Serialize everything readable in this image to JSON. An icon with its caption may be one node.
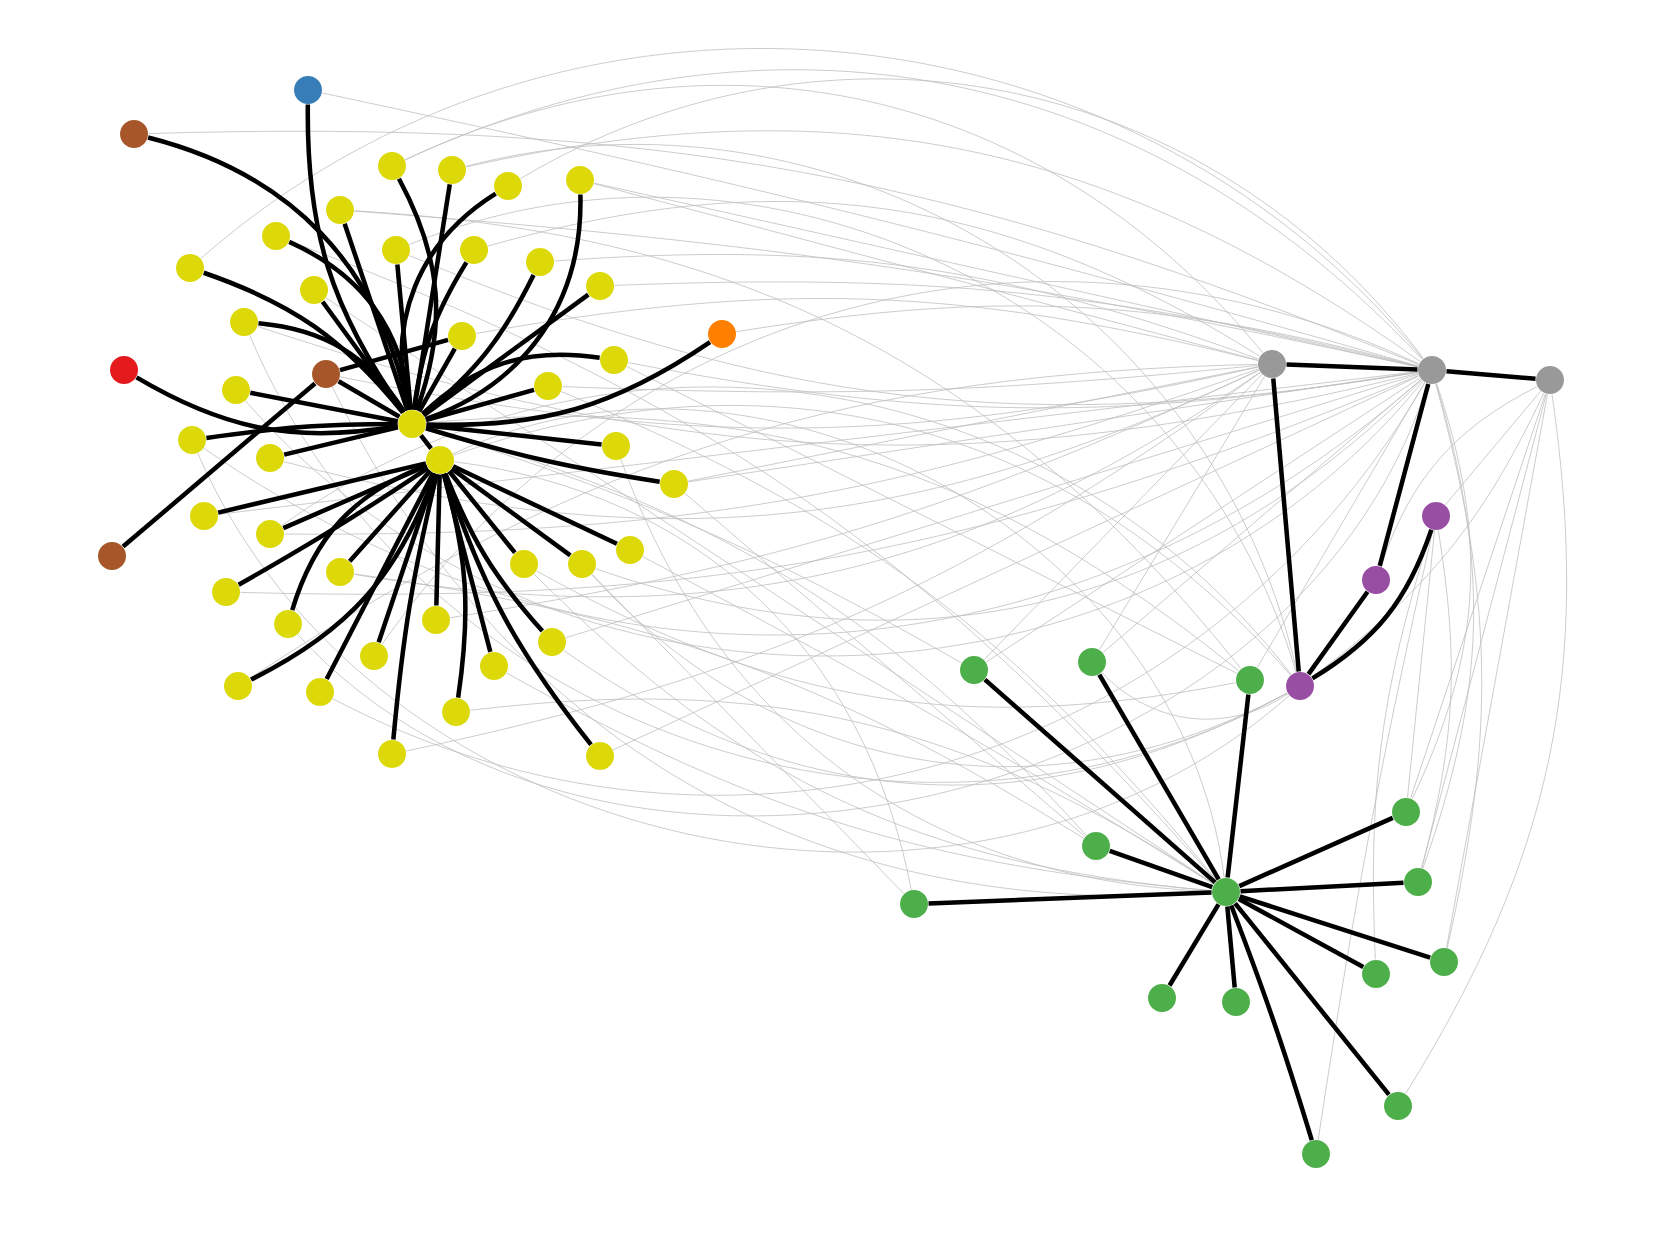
{
  "diagram": {
    "nodes": [
      {
        "text": [],
        "shape": "circle"
      },
      {
        "text": [],
        "shape": "circle"
      },
      {
        "text": [],
        "shape": "circle"
      },
      {
        "text": [],
        "shape": "circle"
      },
      {
        "text": [],
        "shape": "circle"
      },
      {
        "text": [],
        "shape": "circle"
      },
      {
        "text": [],
        "shape": "circle"
      },
      {
        "text": [],
        "shape": "circle"
      },
      {
        "text": [],
        "shape": "circle"
      },
      {
        "text": [],
        "shape": "circle"
      },
      {
        "text": [],
        "shape": "circle"
      },
      {
        "text": [],
        "shape": "circle"
      },
      {
        "text": [],
        "shape": "circle"
      },
      {
        "text": [],
        "shape": "circle"
      },
      {
        "text": [],
        "shape": "circle"
      },
      {
        "text": [],
        "shape": "circle"
      },
      {
        "text": [],
        "shape": "circle"
      },
      {
        "text": [],
        "shape": "circle"
      },
      {
        "text": [],
        "shape": "circle"
      },
      {
        "text": [],
        "shape": "circle"
      },
      {
        "text": [],
        "shape": "circle"
      },
      {
        "text": [],
        "shape": "circle"
      },
      {
        "text": [],
        "shape": "circle"
      },
      {
        "text": [],
        "shape": "circle"
      },
      {
        "text": [],
        "shape": "circle"
      },
      {
        "text": [],
        "shape": "circle"
      },
      {
        "text": [],
        "shape": "circle"
      },
      {
        "text": [],
        "shape": "circle"
      },
      {
        "text": [],
        "shape": "circle"
      },
      {
        "text": [],
        "shape": "circle"
      },
      {
        "text": [],
        "shape": "circle"
      },
      {
        "text": [],
        "shape": "circle"
      },
      {
        "text": [],
        "shape": "circle"
      },
      {
        "text": [],
        "shape": "circle"
      },
      {
        "text": [],
        "shape": "circle"
      },
      {
        "text": [],
        "shape": "circle"
      },
      {
        "text": [],
        "shape": "circle"
      },
      {
        "text": [],
        "shape": "circle"
      },
      {
        "text": [],
        "shape": "circle"
      },
      {
        "text": [],
        "shape": "circle"
      },
      {
        "text": [],
        "shape": "circle"
      },
      {
        "text": [],
        "shape": "circle"
      },
      {
        "text": [],
        "shape": "circle"
      },
      {
        "text": [],
        "shape": "circle"
      },
      {
        "text": [],
        "shape": "circle"
      },
      {
        "text": [],
        "shape": "circle"
      },
      {
        "text": [],
        "shape": "circle"
      },
      {
        "text": [],
        "shape": "circle"
      },
      {
        "text": [],
        "shape": "circle"
      },
      {
        "text": [],
        "shape": "circle"
      },
      {
        "text": [],
        "shape": "circle"
      },
      {
        "text": [],
        "shape": "circle"
      },
      {
        "text": [],
        "shape": "circle"
      },
      {
        "text": [],
        "shape": "circle"
      },
      {
        "text": [],
        "shape": "circle"
      },
      {
        "text": [],
        "shape": "circle"
      },
      {
        "text": [],
        "shape": "circle"
      },
      {
        "text": [],
        "shape": "circle"
      },
      {
        "text": [],
        "shape": "circle"
      },
      {
        "text": [],
        "shape": "circle"
      },
      {
        "text": [],
        "shape": "circle"
      },
      {
        "text": [],
        "shape": "circle"
      },
      {
        "text": [],
        "shape": "circle"
      },
      {
        "text": [],
        "shape": "circle"
      },
      {
        "text": [],
        "shape": "circle"
      },
      {
        "text": [],
        "shape": "circle"
      }
    ],
    "edges": [
      {
        "from": 0,
        "to": 1,
        "arrow": "none",
        "style": "thick",
        "color": "#000000"
      },
      {
        "from": 0,
        "to": 2,
        "arrow": "none",
        "style": "thick",
        "color": "#000000"
      },
      {
        "from": 0,
        "to": 3,
        "arrow": "none",
        "style": "thick",
        "color": "#000000"
      },
      {
        "from": 0,
        "to": 4,
        "arrow": "none",
        "style": "thick",
        "color": "#000000"
      },
      {
        "from": 0,
        "to": 5,
        "arrow": "none",
        "style": "thick",
        "color": "#000000"
      },
      {
        "from": 0,
        "to": 7,
        "arrow": "none",
        "style": "thick",
        "color": "#000000"
      },
      {
        "from": 0,
        "to": 8,
        "arrow": "none",
        "style": "thick",
        "color": "#000000"
      },
      {
        "from": 0,
        "to": 9,
        "arrow": "none",
        "style": "thick",
        "color": "#000000"
      },
      {
        "from": 0,
        "to": 10,
        "arrow": "none",
        "style": "thick",
        "color": "#000000"
      },
      {
        "from": 0,
        "to": 11,
        "arrow": "none",
        "style": "thick",
        "color": "#000000"
      },
      {
        "from": 0,
        "to": 12,
        "arrow": "none",
        "style": "thick",
        "color": "#000000"
      },
      {
        "from": 0,
        "to": 13,
        "arrow": "none",
        "style": "thick",
        "color": "#000000"
      },
      {
        "from": 0,
        "to": 14,
        "arrow": "none",
        "style": "thick",
        "color": "#000000"
      },
      {
        "from": 0,
        "to": 15,
        "arrow": "none",
        "style": "thick",
        "color": "#000000"
      },
      {
        "from": 0,
        "to": 16,
        "arrow": "none",
        "style": "thick",
        "color": "#000000"
      },
      {
        "from": 0,
        "to": 17,
        "arrow": "none",
        "style": "thick",
        "color": "#000000"
      },
      {
        "from": 0,
        "to": 18,
        "arrow": "none",
        "style": "thick",
        "color": "#000000"
      },
      {
        "from": 0,
        "to": 19,
        "arrow": "none",
        "style": "thick",
        "color": "#000000"
      },
      {
        "from": 0,
        "to": 20,
        "arrow": "none",
        "style": "thick",
        "color": "#000000"
      },
      {
        "from": 0,
        "to": 21,
        "arrow": "none",
        "style": "thick",
        "color": "#000000"
      },
      {
        "from": 0,
        "to": 22,
        "arrow": "none",
        "style": "thick",
        "color": "#000000"
      },
      {
        "from": 0,
        "to": 23,
        "arrow": "none",
        "style": "thick",
        "color": "#000000"
      },
      {
        "from": 0,
        "to": 24,
        "arrow": "none",
        "style": "thick",
        "color": "#000000"
      },
      {
        "from": 0,
        "to": 25,
        "arrow": "none",
        "style": "thick",
        "color": "#000000"
      },
      {
        "from": 0,
        "to": 26,
        "arrow": "none",
        "style": "thick",
        "color": "#000000"
      },
      {
        "from": 0,
        "to": 27,
        "arrow": "none",
        "style": "thick",
        "color": "#000000"
      },
      {
        "from": 0,
        "to": 28,
        "arrow": "none",
        "style": "thick",
        "color": "#000000"
      },
      {
        "from": 1,
        "to": 29,
        "arrow": "none",
        "style": "thick",
        "color": "#000000"
      },
      {
        "from": 1,
        "to": 30,
        "arrow": "none",
        "style": "thick",
        "color": "#000000"
      },
      {
        "from": 1,
        "to": 31,
        "arrow": "none",
        "style": "thick",
        "color": "#000000"
      },
      {
        "from": 1,
        "to": 32,
        "arrow": "none",
        "style": "thick",
        "color": "#000000"
      },
      {
        "from": 1,
        "to": 33,
        "arrow": "none",
        "style": "thick",
        "color": "#000000"
      },
      {
        "from": 1,
        "to": 34,
        "arrow": "none",
        "style": "thick",
        "color": "#000000"
      },
      {
        "from": 1,
        "to": 35,
        "arrow": "none",
        "style": "thick",
        "color": "#000000"
      },
      {
        "from": 1,
        "to": 36,
        "arrow": "none",
        "style": "thick",
        "color": "#000000"
      },
      {
        "from": 1,
        "to": 37,
        "arrow": "none",
        "style": "thick",
        "color": "#000000"
      },
      {
        "from": 1,
        "to": 38,
        "arrow": "none",
        "style": "thick",
        "color": "#000000"
      },
      {
        "from": 1,
        "to": 39,
        "arrow": "none",
        "style": "thick",
        "color": "#000000"
      },
      {
        "from": 1,
        "to": 40,
        "arrow": "none",
        "style": "thick",
        "color": "#000000"
      },
      {
        "from": 1,
        "to": 41,
        "arrow": "none",
        "style": "thick",
        "color": "#000000"
      },
      {
        "from": 1,
        "to": 42,
        "arrow": "none",
        "style": "thick",
        "color": "#000000"
      },
      {
        "from": 1,
        "to": 43,
        "arrow": "none",
        "style": "thick",
        "color": "#000000"
      },
      {
        "from": 1,
        "to": 44,
        "arrow": "none",
        "style": "thick",
        "color": "#000000"
      },
      {
        "from": 1,
        "to": 45,
        "arrow": "none",
        "style": "thick",
        "color": "#000000"
      },
      {
        "from": 4,
        "to": 6,
        "arrow": "none",
        "style": "thick",
        "color": "#000000"
      },
      {
        "from": 4,
        "to": 21,
        "arrow": "none",
        "style": "thick",
        "color": "#000000"
      },
      {
        "from": 46,
        "to": 47,
        "arrow": "none",
        "style": "thick",
        "color": "#000000"
      },
      {
        "from": 47,
        "to": 48,
        "arrow": "none",
        "style": "thick",
        "color": "#000000"
      },
      {
        "from": 47,
        "to": 50,
        "arrow": "none",
        "style": "thick",
        "color": "#000000"
      },
      {
        "from": 50,
        "to": 51,
        "arrow": "none",
        "style": "thick",
        "color": "#000000"
      },
      {
        "from": 49,
        "to": 51,
        "arrow": "none",
        "style": "thick",
        "color": "#000000"
      },
      {
        "from": 46,
        "to": 51,
        "arrow": "none",
        "style": "thick",
        "color": "#000000"
      },
      {
        "from": 56,
        "to": 52,
        "arrow": "none",
        "style": "thick",
        "color": "#000000"
      },
      {
        "from": 56,
        "to": 53,
        "arrow": "none",
        "style": "thick",
        "color": "#000000"
      },
      {
        "from": 56,
        "to": 54,
        "arrow": "none",
        "style": "thick",
        "color": "#000000"
      },
      {
        "from": 56,
        "to": 55,
        "arrow": "none",
        "style": "thick",
        "color": "#000000"
      },
      {
        "from": 56,
        "to": 57,
        "arrow": "none",
        "style": "thick",
        "color": "#000000"
      },
      {
        "from": 56,
        "to": 58,
        "arrow": "none",
        "style": "thick",
        "color": "#000000"
      },
      {
        "from": 56,
        "to": 59,
        "arrow": "none",
        "style": "thick",
        "color": "#000000"
      },
      {
        "from": 56,
        "to": 60,
        "arrow": "none",
        "style": "thick",
        "color": "#000000"
      },
      {
        "from": 56,
        "to": 61,
        "arrow": "none",
        "style": "thick",
        "color": "#000000"
      },
      {
        "from": 56,
        "to": 62,
        "arrow": "none",
        "style": "thick",
        "color": "#000000"
      },
      {
        "from": 56,
        "to": 63,
        "arrow": "none",
        "style": "thick",
        "color": "#000000"
      },
      {
        "from": 56,
        "to": 64,
        "arrow": "none",
        "style": "thick",
        "color": "#000000"
      },
      {
        "from": 56,
        "to": 65,
        "arrow": "none",
        "style": "thick",
        "color": "#000000"
      },
      {
        "from": 47,
        "to": 2,
        "arrow": "none"
      },
      {
        "from": 47,
        "to": 3,
        "arrow": "none"
      },
      {
        "from": 47,
        "to": 7,
        "arrow": "none"
      },
      {
        "from": 47,
        "to": 8,
        "arrow": "none"
      },
      {
        "from": 47,
        "to": 9,
        "arrow": "none"
      },
      {
        "from": 47,
        "to": 10,
        "arrow": "none"
      },
      {
        "from": 47,
        "to": 11,
        "arrow": "none"
      },
      {
        "from": 47,
        "to": 12,
        "arrow": "none"
      },
      {
        "from": 47,
        "to": 14,
        "arrow": "none"
      },
      {
        "from": 47,
        "to": 17,
        "arrow": "none"
      },
      {
        "from": 47,
        "to": 19,
        "arrow": "none"
      },
      {
        "from": 47,
        "to": 20,
        "arrow": "none"
      },
      {
        "from": 47,
        "to": 22,
        "arrow": "none"
      },
      {
        "from": 47,
        "to": 23,
        "arrow": "none"
      },
      {
        "from": 47,
        "to": 25,
        "arrow": "none"
      },
      {
        "from": 47,
        "to": 28,
        "arrow": "none"
      },
      {
        "from": 47,
        "to": 29,
        "arrow": "none"
      },
      {
        "from": 47,
        "to": 32,
        "arrow": "none"
      },
      {
        "from": 47,
        "to": 35,
        "arrow": "none"
      },
      {
        "from": 47,
        "to": 36,
        "arrow": "none"
      },
      {
        "from": 47,
        "to": 38,
        "arrow": "none"
      },
      {
        "from": 47,
        "to": 40,
        "arrow": "none"
      },
      {
        "from": 47,
        "to": 42,
        "arrow": "none"
      },
      {
        "from": 47,
        "to": 45,
        "arrow": "none"
      },
      {
        "from": 46,
        "to": 4,
        "arrow": "none"
      },
      {
        "from": 46,
        "to": 8,
        "arrow": "none"
      },
      {
        "from": 46,
        "to": 11,
        "arrow": "none"
      },
      {
        "from": 46,
        "to": 15,
        "arrow": "none"
      },
      {
        "from": 46,
        "to": 16,
        "arrow": "none"
      },
      {
        "from": 46,
        "to": 21,
        "arrow": "none"
      },
      {
        "from": 46,
        "to": 24,
        "arrow": "none"
      },
      {
        "from": 46,
        "to": 26,
        "arrow": "none"
      },
      {
        "from": 46,
        "to": 28,
        "arrow": "none"
      },
      {
        "from": 46,
        "to": 30,
        "arrow": "none"
      },
      {
        "from": 46,
        "to": 33,
        "arrow": "none"
      },
      {
        "from": 46,
        "to": 37,
        "arrow": "none"
      },
      {
        "from": 46,
        "to": 41,
        "arrow": "none"
      },
      {
        "from": 46,
        "to": 44,
        "arrow": "none"
      },
      {
        "from": 56,
        "to": 1,
        "arrow": "none"
      },
      {
        "from": 56,
        "to": 4,
        "arrow": "none"
      },
      {
        "from": 56,
        "to": 13,
        "arrow": "none"
      },
      {
        "from": 56,
        "to": 18,
        "arrow": "none"
      },
      {
        "from": 56,
        "to": 24,
        "arrow": "none"
      },
      {
        "from": 56,
        "to": 27,
        "arrow": "none"
      },
      {
        "from": 56,
        "to": 31,
        "arrow": "none"
      },
      {
        "from": 56,
        "to": 34,
        "arrow": "none"
      },
      {
        "from": 56,
        "to": 39,
        "arrow": "none"
      },
      {
        "from": 56,
        "to": 43,
        "arrow": "none"
      },
      {
        "from": 51,
        "to": 1,
        "arrow": "none"
      },
      {
        "from": 51,
        "to": 9,
        "arrow": "none"
      },
      {
        "from": 51,
        "to": 14,
        "arrow": "none"
      },
      {
        "from": 51,
        "to": 20,
        "arrow": "none"
      },
      {
        "from": 51,
        "to": 25,
        "arrow": "none"
      },
      {
        "from": 51,
        "to": 30,
        "arrow": "none"
      },
      {
        "from": 51,
        "to": 35,
        "arrow": "none"
      },
      {
        "from": 51,
        "to": 40,
        "arrow": "none"
      },
      {
        "from": 54,
        "to": 0,
        "arrow": "none"
      },
      {
        "from": 54,
        "to": 12,
        "arrow": "none"
      },
      {
        "from": 54,
        "to": 22,
        "arrow": "none"
      },
      {
        "from": 54,
        "to": 34,
        "arrow": "none"
      },
      {
        "from": 55,
        "to": 0,
        "arrow": "none"
      },
      {
        "from": 55,
        "to": 28,
        "arrow": "none"
      },
      {
        "from": 55,
        "to": 33,
        "arrow": "none"
      },
      {
        "from": 52,
        "to": 0,
        "arrow": "none"
      },
      {
        "from": 52,
        "to": 47,
        "arrow": "none"
      },
      {
        "from": 52,
        "to": 46,
        "arrow": "none"
      },
      {
        "from": 53,
        "to": 47,
        "arrow": "none"
      },
      {
        "from": 53,
        "to": 46,
        "arrow": "none"
      },
      {
        "from": 53,
        "to": 51,
        "arrow": "none"
      },
      {
        "from": 48,
        "to": 49,
        "arrow": "none"
      },
      {
        "from": 48,
        "to": 50,
        "arrow": "none"
      },
      {
        "from": 48,
        "to": 51,
        "arrow": "none"
      },
      {
        "from": 48,
        "to": 58,
        "arrow": "none"
      },
      {
        "from": 48,
        "to": 59,
        "arrow": "none"
      },
      {
        "from": 48,
        "to": 60,
        "arrow": "none"
      },
      {
        "from": 48,
        "to": 64,
        "arrow": "none"
      },
      {
        "from": 49,
        "to": 58,
        "arrow": "none"
      },
      {
        "from": 49,
        "to": 59,
        "arrow": "none"
      },
      {
        "from": 49,
        "to": 61,
        "arrow": "none"
      },
      {
        "from": 49,
        "to": 65,
        "arrow": "none"
      },
      {
        "from": 47,
        "to": 58,
        "arrow": "none"
      },
      {
        "from": 47,
        "to": 59,
        "arrow": "none"
      },
      {
        "from": 47,
        "to": 60,
        "arrow": "none"
      },
      {
        "from": 47,
        "to": 54,
        "arrow": "none"
      },
      {
        "from": 57,
        "to": 1,
        "arrow": "none"
      },
      {
        "from": 57,
        "to": 35,
        "arrow": "none"
      }
    ]
  }
}
